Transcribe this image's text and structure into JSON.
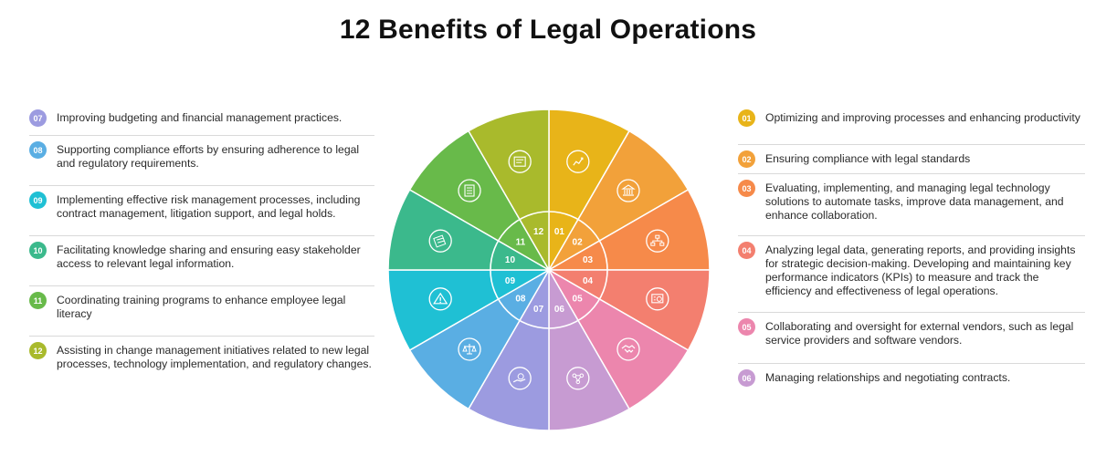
{
  "title": "12 Benefits of Legal Operations",
  "left_items": [
    {
      "num": "07",
      "text": "Improving budgeting and financial management practices.",
      "color": "#9c9be0"
    },
    {
      "num": "08",
      "text": "Supporting compliance efforts by ensuring adherence to legal and regulatory requirements.",
      "color": "#5aaee3"
    },
    {
      "num": "09",
      "text": "Implementing effective risk management processes, including contract management, litigation support, and legal holds.",
      "color": "#1fc0d4"
    },
    {
      "num": "10",
      "text": "Facilitating knowledge sharing and ensuring easy stakeholder access to relevant legal information.",
      "color": "#3bb98c"
    },
    {
      "num": "11",
      "text": "Coordinating training programs to enhance employee legal literacy",
      "color": "#68ba4a"
    },
    {
      "num": "12",
      "text": "Assisting in change management initiatives related to new legal processes, technology implementation, and regulatory changes.",
      "color": "#a9ba2c"
    }
  ],
  "right_items": [
    {
      "num": "01",
      "text": "Optimizing and improving processes and enhancing productivity",
      "color": "#e8b419"
    },
    {
      "num": "02",
      "text": "Ensuring compliance with legal standards",
      "color": "#f2a13a"
    },
    {
      "num": "03",
      "text": "Evaluating, implementing, and managing legal technology solutions to automate tasks, improve data management, and enhance collaboration.",
      "color": "#f68a4a"
    },
    {
      "num": "04",
      "text": "Analyzing legal data, generating reports, and providing insights for strategic decision-making. Developing and maintaining key performance indicators (KPIs) to measure and track the efficiency and effectiveness of legal operations.",
      "color": "#f37f6f"
    },
    {
      "num": "05",
      "text": "Collaborating and oversight for external vendors, such as legal service providers and software vendors.",
      "color": "#ec86ad"
    },
    {
      "num": "06",
      "text": "Managing relationships and negotiating contracts.",
      "color": "#c79bd2"
    }
  ],
  "wheel": {
    "segments": [
      {
        "num": "01",
        "color": "#e8b419",
        "icon": "chart-trend-icon"
      },
      {
        "num": "02",
        "color": "#f2a13a",
        "icon": "bank-icon"
      },
      {
        "num": "03",
        "color": "#f68a4a",
        "icon": "network-icon"
      },
      {
        "num": "04",
        "color": "#f37f6f",
        "icon": "report-icon"
      },
      {
        "num": "05",
        "color": "#ec86ad",
        "icon": "handshake-icon"
      },
      {
        "num": "06",
        "color": "#c79bd2",
        "icon": "people-network-icon"
      },
      {
        "num": "07",
        "color": "#9c9be0",
        "icon": "budget-hand-icon"
      },
      {
        "num": "08",
        "color": "#5aaee3",
        "icon": "scales-icon"
      },
      {
        "num": "09",
        "color": "#1fc0d4",
        "icon": "warning-icon"
      },
      {
        "num": "10",
        "color": "#3bb98c",
        "icon": "knowledge-stack-icon"
      },
      {
        "num": "11",
        "color": "#68ba4a",
        "icon": "training-document-icon"
      },
      {
        "num": "12",
        "color": "#a9ba2c",
        "icon": "change-document-icon"
      }
    ]
  }
}
